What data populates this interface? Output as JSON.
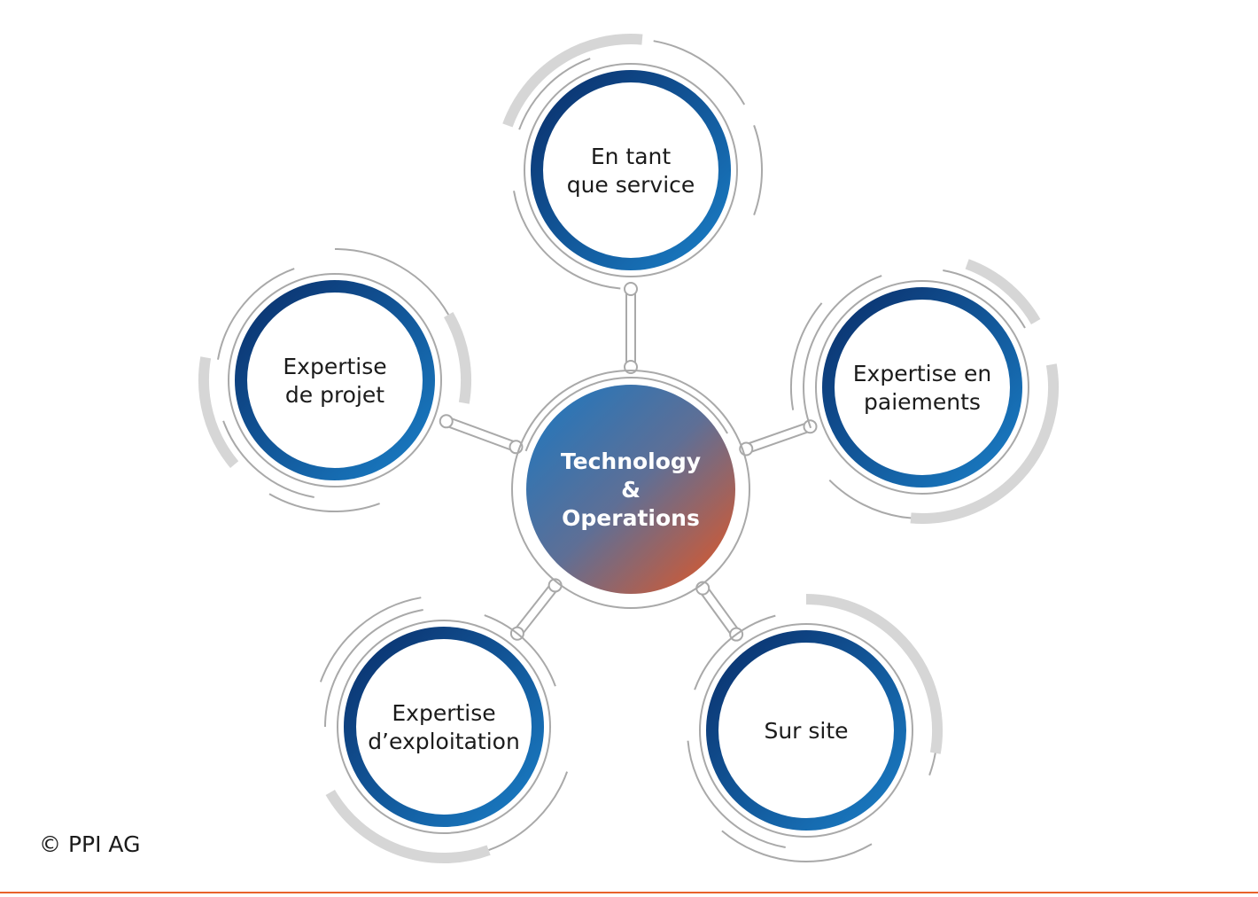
{
  "center": {
    "lines": [
      "Technology",
      "&",
      "Operations"
    ],
    "gradient_start": "#1a78c2",
    "gradient_end": "#e8551f"
  },
  "nodes": [
    {
      "id": "en-tant-que-service",
      "lines": [
        "En tant",
        "que service"
      ]
    },
    {
      "id": "expertise-en-paiements",
      "lines": [
        "Expertise en",
        "paiements"
      ]
    },
    {
      "id": "sur-site",
      "lines": [
        "Sur site"
      ]
    },
    {
      "id": "expertise-d-exploitation",
      "lines": [
        "Expertise",
        "d’exploitation"
      ]
    },
    {
      "id": "expertise-de-projet",
      "lines": [
        "Expertise",
        "de projet"
      ]
    }
  ],
  "colors": {
    "ring_dark": "#0a2f6b",
    "ring_light": "#1a7ec6",
    "outline_gray": "#a9a9a9",
    "arc_light_gray": "#d6d6d6",
    "accent_line": "#e8622b"
  },
  "footer": {
    "copyright": "© PPI AG"
  }
}
